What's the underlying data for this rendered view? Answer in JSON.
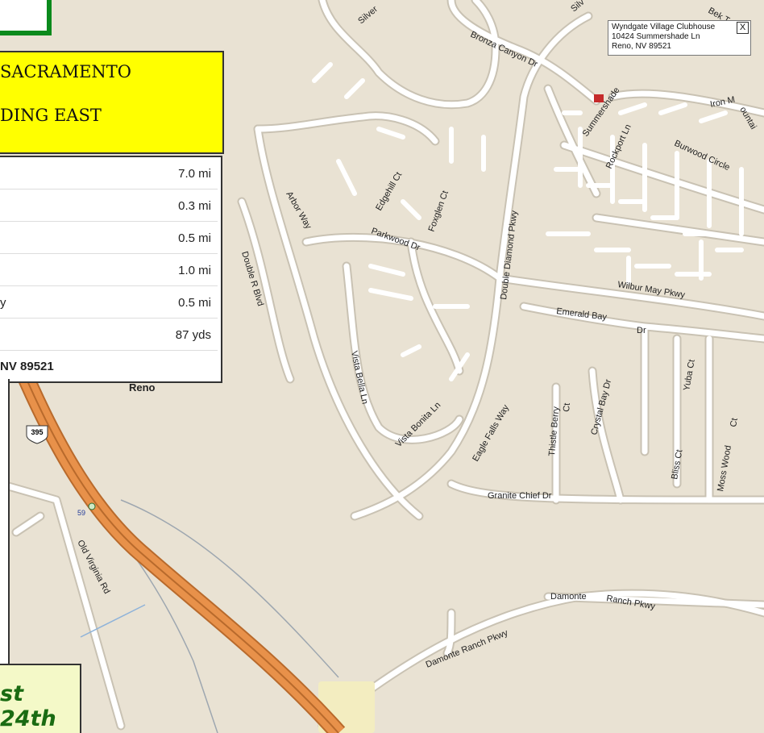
{
  "map": {
    "city_label": "Reno",
    "highway_shield": "395",
    "exit_number": "59",
    "streets": {
      "silver": "Silver",
      "silv": "Silv",
      "bronza": "Bronza Canyon Dr",
      "bek": "Bek T",
      "summershade": "Summershade",
      "rockport": "Rockport Ln",
      "iron": "Iron M",
      "ountain": "ountai",
      "burwood": "Burwood Circle",
      "edgehill": "Edgehill Ct",
      "foxglen": "Foxglen Ct",
      "arbor": "Arbor Way",
      "parkwood": "Parkwood Dr",
      "doublediamond": "Double Diamond Pkwy",
      "doubler": "Double R Blvd",
      "wilbur": "Wilbur May Pkwy",
      "emerald": "Emerald Bay",
      "emerald_dr": "Dr",
      "vistabella": "Vista Bella Ln",
      "vistabonita": "Vista Bonita Ln",
      "eaglefalls": "Eagle Falls Way",
      "thistle": "Thistle Berry",
      "ct1": "Ct",
      "crystalbay": "Crystal Bay Dr",
      "yuba": "Yuba Ct",
      "bliss": "Bliss Ct",
      "mosswood": "Moss Wood",
      "ct2": "Ct",
      "granite": "Granite Chief Dr",
      "oldvirginia": "Old Virginia Rd",
      "damonte1": "Damonte Ranch Pkwy",
      "damonte2": "Damonte",
      "damonte2b": "Ranch Pkwy"
    }
  },
  "banner": {
    "line1": "SACRAMENTO",
    "line2": "DING EAST"
  },
  "directions": {
    "rows": [
      {
        "name": "",
        "dist": "7.0 mi"
      },
      {
        "name": "",
        "dist": "0.3 mi"
      },
      {
        "name": "",
        "dist": "0.5 mi"
      },
      {
        "name": "",
        "dist": "1.0 mi"
      },
      {
        "name": "y",
        "dist": "0.5 mi"
      },
      {
        "name": "",
        "dist": "87 yds"
      }
    ],
    "destination": "NV 89521"
  },
  "popup": {
    "title": "Wyndgate Village Clubhouse",
    "address": "10424 Summershade Ln",
    "city": "Reno, NV 89521",
    "close": "X"
  },
  "bottom_box": {
    "text": "st 24th"
  },
  "colors": {
    "map_background": "#e9e2d3",
    "street": "#ffffff",
    "highway": "#e8914a",
    "banner": "#ffff00",
    "green_frame": "#0b8a1c",
    "bottom_text": "#1a6b12"
  }
}
